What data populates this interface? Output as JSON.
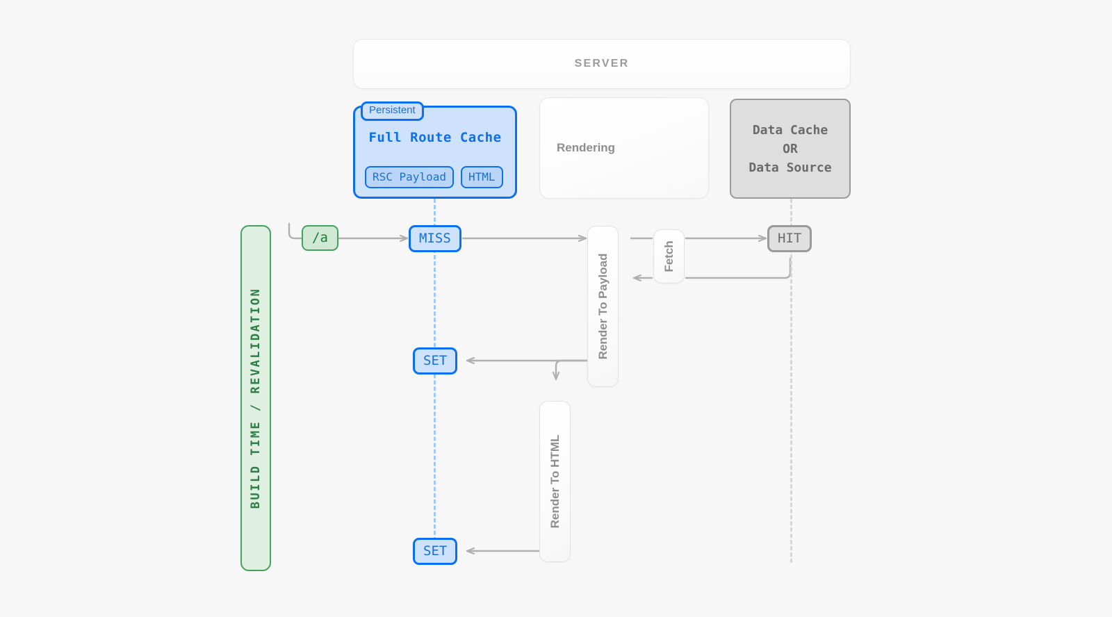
{
  "diagram": {
    "title_band": {
      "label": "SERVER"
    },
    "panels": {
      "full_route_cache": {
        "badge": "Persistent",
        "title": "Full Route Cache",
        "chips": [
          "RSC Payload",
          "HTML"
        ],
        "accent": "#0b6ff0",
        "fill": "#cfe2fb"
      },
      "rendering": {
        "label": "Rendering",
        "fill": "#ffffff",
        "accent": "#e6e6e6"
      },
      "data_cache": {
        "lines": [
          "Data Cache",
          "OR",
          "Data Source"
        ],
        "fill": "#dedede",
        "accent": "#9a9a9a"
      }
    },
    "phase_bar": {
      "label": "BUILD TIME / REVALIDATION",
      "fill": "#dff0e2",
      "accent": "#45a05b"
    },
    "route": {
      "label": "/a",
      "fill": "#cfe9d5",
      "accent": "#45a05b"
    },
    "states": {
      "miss": {
        "label": "MISS",
        "variant": "blue"
      },
      "set_payload": {
        "label": "SET",
        "variant": "blue"
      },
      "set_html": {
        "label": "SET",
        "variant": "blue"
      },
      "hit": {
        "label": "HIT",
        "variant": "gray"
      }
    },
    "processes": {
      "render_to_payload": {
        "label": "Render To Payload"
      },
      "fetch": {
        "label": "Fetch"
      },
      "render_to_html": {
        "label": "Render To HTML"
      }
    },
    "lifelines": {
      "cache_lifeline_color": "#9dc8f7",
      "data_lifeline_color": "#d6d6d6"
    },
    "wire_color": "#b0b0b0"
  }
}
